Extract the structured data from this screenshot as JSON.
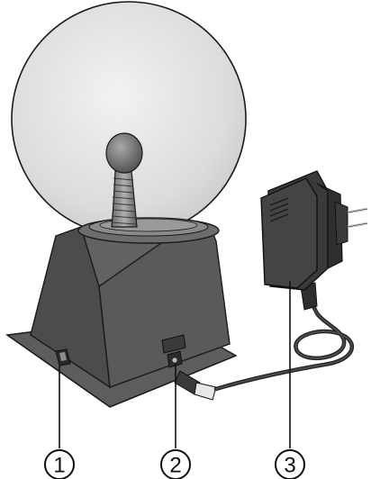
{
  "diagram": {
    "subject": "plasma-ball",
    "colors": {
      "outline": "#1a1a1a",
      "base_dark": "#4a4a4a",
      "base_mid": "#5a5a5a",
      "base_light": "#6b6b6b",
      "globe_fill": "#e6e6e6",
      "electrode": "#7a7a7a",
      "adapter": "#3c3c3c"
    },
    "callouts": [
      {
        "label": "1",
        "part": "power-switch"
      },
      {
        "label": "2",
        "part": "dc-input-socket"
      },
      {
        "label": "3",
        "part": "power-adapter"
      }
    ]
  }
}
